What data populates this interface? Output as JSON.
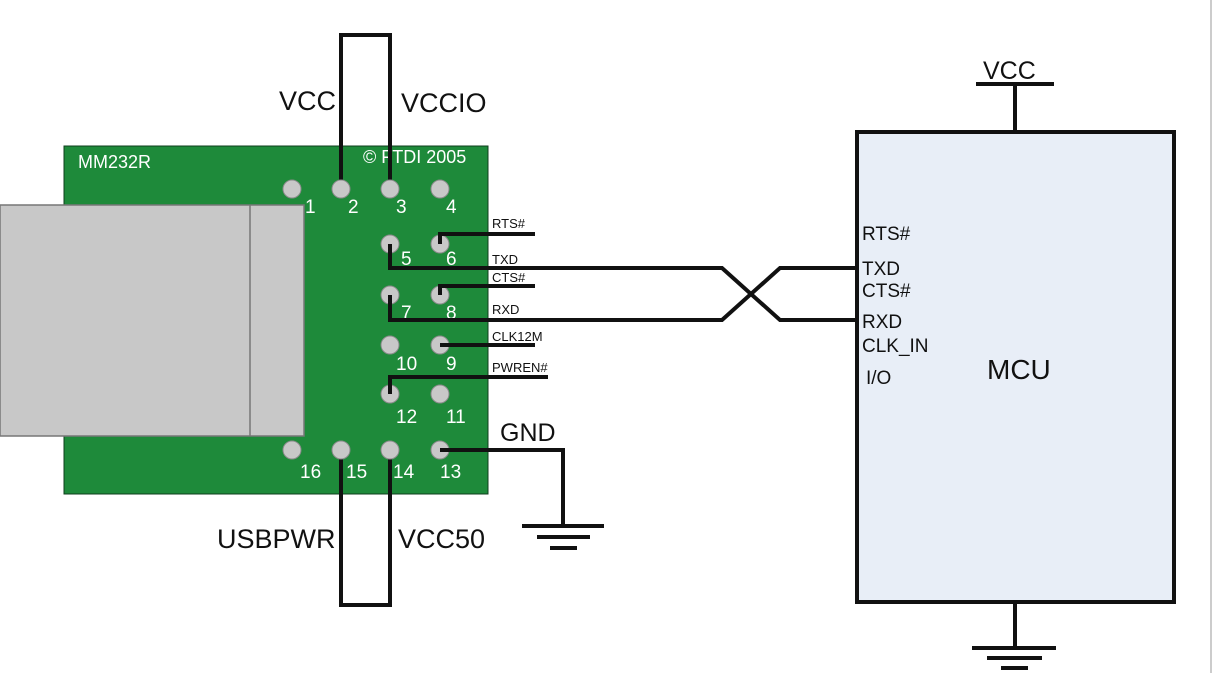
{
  "module": {
    "name": "MM232R",
    "copyright": "© FTDI 2005",
    "pcb_color": "#1e8a3a",
    "pin_numbers": [
      "1",
      "2",
      "3",
      "4",
      "5",
      "6",
      "7",
      "8",
      "10",
      "9",
      "12",
      "11",
      "16",
      "15",
      "14",
      "13"
    ]
  },
  "loop_labels": {
    "top_left": "VCC",
    "top_right": "VCCIO",
    "bottom_left": "USBPWR",
    "bottom_right": "VCC50"
  },
  "signal_labels": {
    "rts": "RTS#",
    "txd": "TXD",
    "cts": "CTS#",
    "rxd": "RXD",
    "clk": "CLK12M",
    "pwren": "PWREN#"
  },
  "gnd_label": "GND",
  "mcu": {
    "name": "MCU",
    "vcc_label": "VCC",
    "fill_color": "#e8eef7",
    "pins": [
      "RTS#",
      "TXD",
      "CTS#",
      "RXD",
      "CLK_IN",
      "I/O"
    ]
  }
}
